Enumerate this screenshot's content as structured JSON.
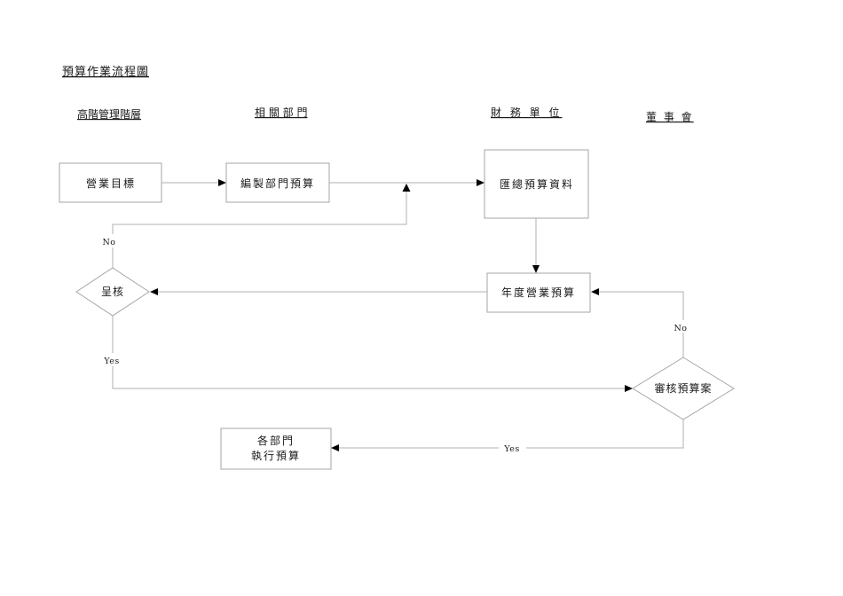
{
  "title": "預算作業流程圖",
  "columns": [
    {
      "label": "高階管理階層"
    },
    {
      "label": "相 關 部 門"
    },
    {
      "label": "財 務 單 位"
    },
    {
      "label": "董 事 會"
    }
  ],
  "nodes": [
    {
      "id": "business-goal",
      "type": "process",
      "label": "營業目標"
    },
    {
      "id": "prepare-dept-budget",
      "type": "process",
      "label": "編製部門預算"
    },
    {
      "id": "consolidate-budget-data",
      "type": "process",
      "label": "匯總預算資料"
    },
    {
      "id": "annual-operating-budget",
      "type": "process",
      "label": "年度營業預算"
    },
    {
      "id": "submit-for-approval",
      "type": "decision",
      "label": "呈核"
    },
    {
      "id": "review-budget-proposal",
      "type": "decision",
      "label": "審核預算案"
    },
    {
      "id": "depts-execute-budget",
      "type": "process",
      "label_line1": "各部門",
      "label_line2": "執行預算"
    }
  ],
  "edge_labels": {
    "submit_no": "No",
    "submit_yes": "Yes",
    "review_no": "No",
    "review_yes": "Yes"
  },
  "colors": {
    "background": "#ffffff",
    "border": "#a6a6a6",
    "connector": "#b0b0b0",
    "arrow": "#000000",
    "text": "#1a1a1a"
  }
}
